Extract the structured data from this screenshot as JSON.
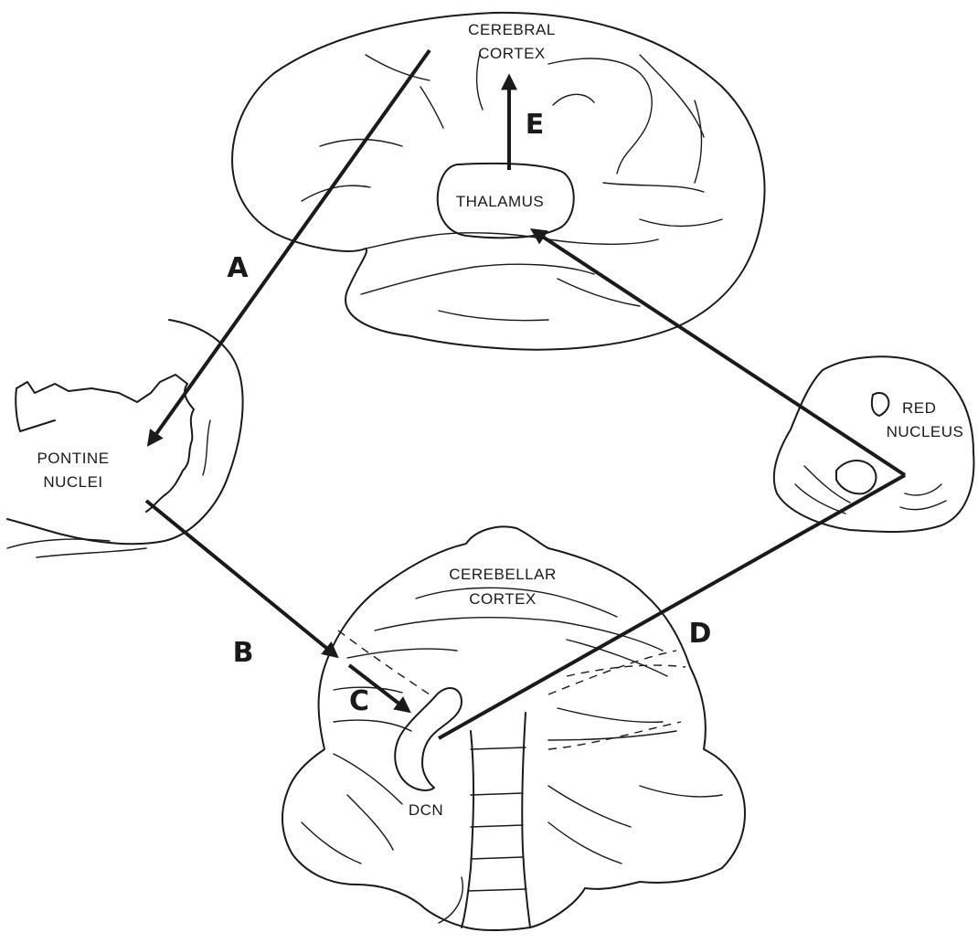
{
  "labels": {
    "cerebral_cortex": [
      "CEREBRAL",
      "CORTEX"
    ],
    "thalamus": "THALAMUS",
    "pontine_nuclei": [
      "PONTINE",
      "NUCLEI"
    ],
    "red_nucleus": [
      "RED",
      "NUCLEUS"
    ],
    "cerebellar_cortex": [
      "CEREBELLAR",
      "CORTEX"
    ],
    "dcn": "DCN"
  },
  "pathways": {
    "A": "A",
    "B": "B",
    "C": "C",
    "D": "D",
    "E": "E"
  },
  "colors": {
    "ink": "#1a1a1a",
    "background": "#ffffff"
  }
}
